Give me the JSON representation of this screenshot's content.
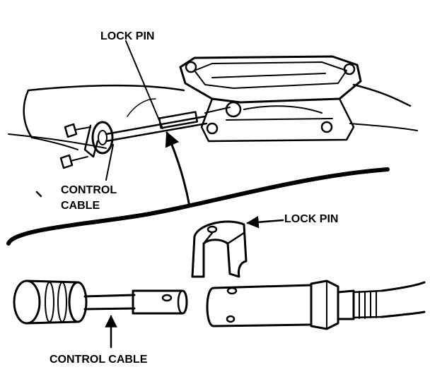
{
  "callouts": {
    "lock_pin_top": "LOCK PIN",
    "control_cable_top_line1": "CONTROL",
    "control_cable_top_line2": "CABLE",
    "lock_pin_detail": "LOCK PIN",
    "control_cable_detail": "CONTROL CABLE"
  },
  "colors": {
    "ink": "#000000",
    "paper": "#ffffff"
  }
}
